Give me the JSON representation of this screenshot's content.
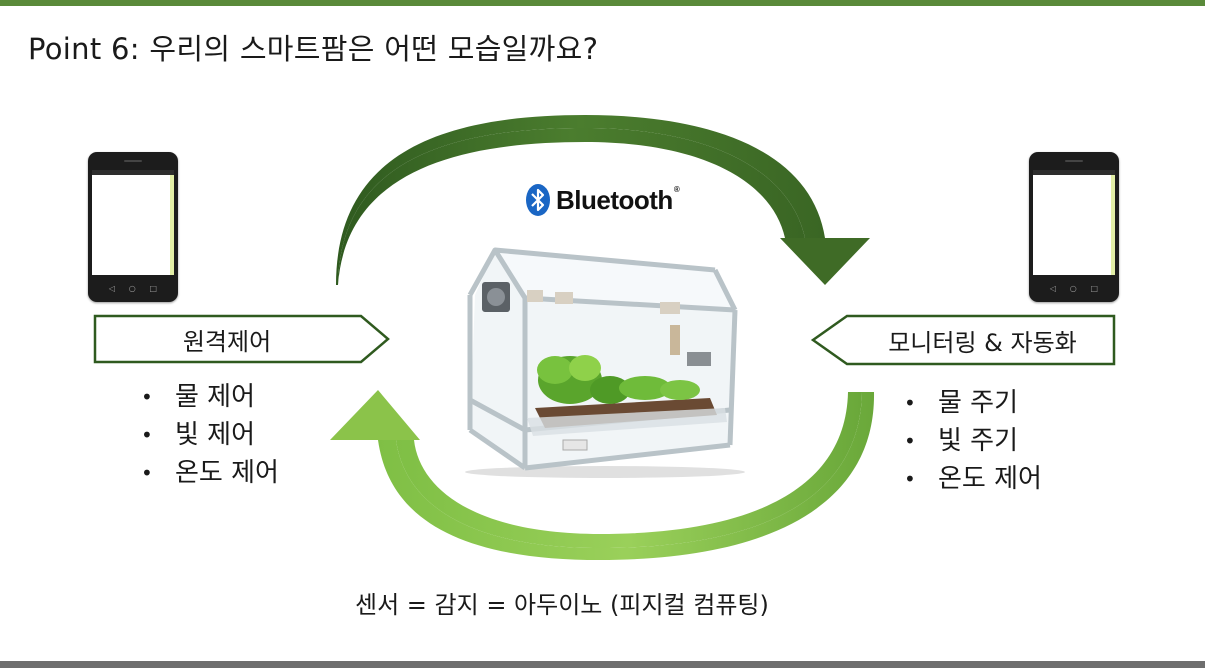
{
  "title": "Point 6: 우리의 스마트팜은 어떤 모습일까요?",
  "bluetooth": {
    "label": "Bluetooth",
    "registered_mark": "®"
  },
  "left": {
    "banner": "원격제어",
    "items": [
      "물 제어",
      "빛 제어",
      "온도 제어"
    ]
  },
  "right": {
    "banner": "모니터링 & 자동화",
    "items": [
      "물 주기",
      "빛 주기",
      "온도 제어"
    ]
  },
  "caption": "센서 = 감지 = 아두이노 (피지컬 컴퓨팅)",
  "bullet": "•",
  "colors": {
    "top_bar": "#5a8a3a",
    "arrow_dark": "#3f6b26",
    "arrow_light": "#8bc34a",
    "bottom_bar": "#6e6e6e",
    "bluetooth_blue": "#1a66c4"
  },
  "icons": [
    "smartphone-icon",
    "bluetooth-icon",
    "smart-greenhouse-image",
    "cycle-arrow-icon"
  ]
}
